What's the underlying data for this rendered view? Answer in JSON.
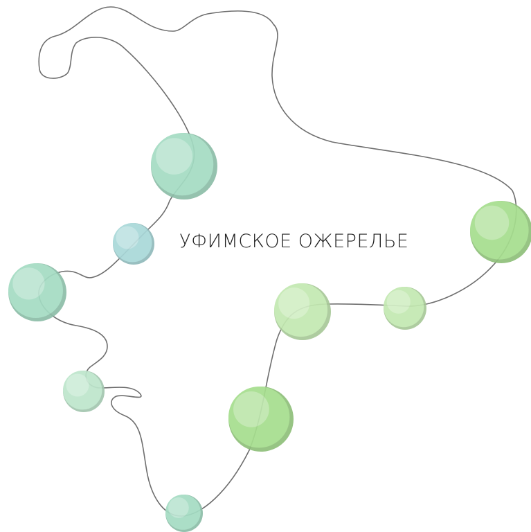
{
  "title": "УФИМСКОЕ ОЖЕРЕЛЬЕ",
  "colors": {
    "thread": "#6e6e6e",
    "teal": "#a9d8d9",
    "mint": "#a4dcc3",
    "lightmint": "#bde6cc",
    "green": "#a6de8e",
    "lightgreen": "#c3e9b1"
  },
  "beads": [
    {
      "id": "bead-1",
      "color": "mint"
    },
    {
      "id": "bead-2",
      "color": "teal"
    },
    {
      "id": "bead-3",
      "color": "mint"
    },
    {
      "id": "bead-4",
      "color": "lightmint"
    },
    {
      "id": "bead-5",
      "color": "mint"
    },
    {
      "id": "bead-6",
      "color": "green"
    },
    {
      "id": "bead-7",
      "color": "lightgreen"
    },
    {
      "id": "bead-8",
      "color": "lightgreen"
    },
    {
      "id": "bead-9",
      "color": "green"
    }
  ]
}
